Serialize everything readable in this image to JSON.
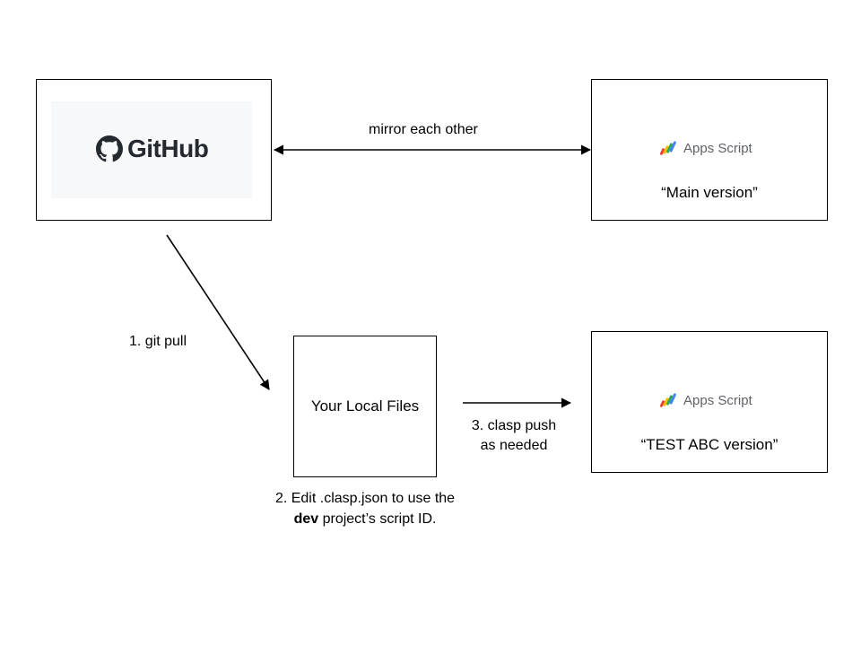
{
  "github": {
    "logo_text": "GitHub"
  },
  "main_script": {
    "logo_text": "Apps Script",
    "caption": "“Main version”"
  },
  "test_script": {
    "logo_text": "Apps Script",
    "caption": "“TEST ABC version”"
  },
  "local": {
    "label": "Your Local Files"
  },
  "edges": {
    "mirror": "mirror each other",
    "git_pull": "1. git pull",
    "clasp_push_line1": "3. clasp push",
    "clasp_push_line2": "as needed"
  },
  "edit_note": {
    "line1": "2. Edit .clasp.json to use the",
    "line2_bold": "dev",
    "line2_rest": " project’s script ID."
  }
}
